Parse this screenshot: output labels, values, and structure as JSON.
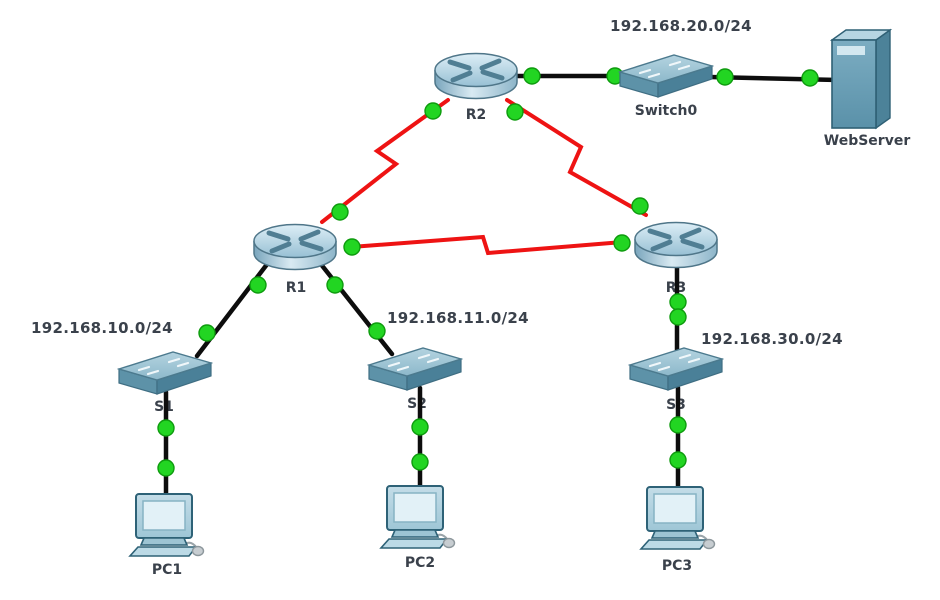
{
  "title": "Packet Tracer network topology",
  "colors": {
    "serial_link": "#ee1313",
    "ethernet_link": "#0d0d0d",
    "status_up": "#22d522",
    "status_up_edge": "#0e9b0e",
    "label_text": "#3a414b"
  },
  "devices": [
    {
      "name": "R2",
      "type": "router"
    },
    {
      "name": "Switch0",
      "type": "switch"
    },
    {
      "name": "WebServer",
      "type": "server"
    },
    {
      "name": "R1",
      "type": "router"
    },
    {
      "name": "R3",
      "type": "router"
    },
    {
      "name": "S1",
      "type": "switch"
    },
    {
      "name": "S2",
      "type": "switch"
    },
    {
      "name": "S3",
      "type": "switch"
    },
    {
      "name": "PC1",
      "type": "pc"
    },
    {
      "name": "PC2",
      "type": "pc"
    },
    {
      "name": "PC3",
      "type": "pc"
    }
  ],
  "network_labels": [
    {
      "text": "192.168.20.0/24"
    },
    {
      "text": "192.168.10.0/24"
    },
    {
      "text": "192.168.11.0/24"
    },
    {
      "text": "192.168.30.0/24"
    }
  ],
  "links": [
    {
      "from": "R2",
      "to": "Switch0",
      "type": "ethernet",
      "status": "up"
    },
    {
      "from": "Switch0",
      "to": "WebServer",
      "type": "ethernet",
      "status": "up"
    },
    {
      "from": "R2",
      "to": "R1",
      "type": "serial",
      "status": "up"
    },
    {
      "from": "R2",
      "to": "R3",
      "type": "serial",
      "status": "up"
    },
    {
      "from": "R1",
      "to": "R3",
      "type": "serial",
      "status": "up"
    },
    {
      "from": "R1",
      "to": "S1",
      "type": "ethernet",
      "status": "up"
    },
    {
      "from": "R1",
      "to": "S2",
      "type": "ethernet",
      "status": "up"
    },
    {
      "from": "R3",
      "to": "S3",
      "type": "ethernet",
      "status": "up"
    },
    {
      "from": "S1",
      "to": "PC1",
      "type": "ethernet",
      "status": "up"
    },
    {
      "from": "S2",
      "to": "PC2",
      "type": "ethernet",
      "status": "up"
    },
    {
      "from": "S3",
      "to": "PC3",
      "type": "ethernet",
      "status": "up"
    }
  ]
}
